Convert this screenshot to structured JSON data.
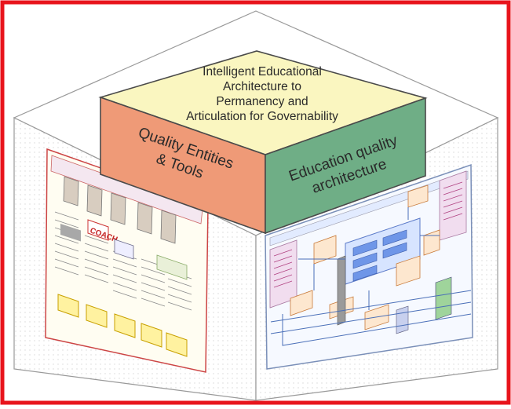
{
  "diagram": {
    "top_label_lines": [
      "Intelligent Educational",
      "Architecture to",
      "Permanency and",
      "Articulation for Governability"
    ],
    "left_label_lines": [
      "Quality Entities",
      "& Tools"
    ],
    "right_label_lines": [
      "Education quality",
      "architecture"
    ],
    "left_panel_badge": "COACH",
    "colors": {
      "frame": "#e8141c",
      "top": "#faf6c0",
      "left": "#ef9a77",
      "right": "#6fae86",
      "edge": "#4a4a4a"
    }
  }
}
